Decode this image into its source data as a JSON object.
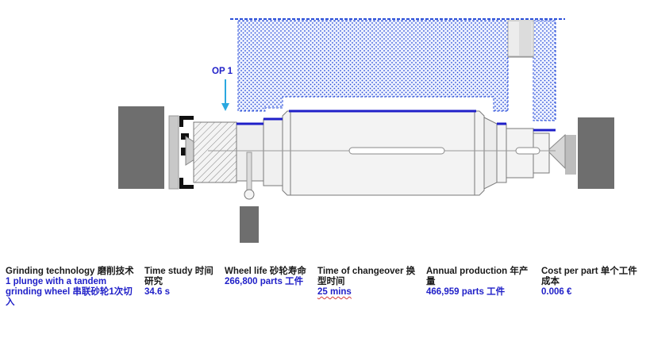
{
  "diagram": {
    "op_label": "OP 1"
  },
  "stats": [
    {
      "label": "Grinding technology 磨削技术",
      "value": "1 plunge with a tandem grinding wheel 串联砂轮1次切入"
    },
    {
      "label": "Time study 时间研究",
      "value": "34.6 s"
    },
    {
      "label": "Wheel life 砂轮寿命",
      "value": "266,800 parts 工件"
    },
    {
      "label": "Time of changeover 换型时间",
      "value": "25 mins"
    },
    {
      "label": "Annual production 年产量",
      "value": "466,959 parts 工件"
    },
    {
      "label": "Cost per part 单个工件成本",
      "value": "0.006 €"
    }
  ],
  "colors": {
    "accent_blue": "#1f1fc8",
    "wheel_dots": "#2b4fd8",
    "dark_block": "#6e6e6e",
    "light_grey": "#d0d0d0"
  }
}
